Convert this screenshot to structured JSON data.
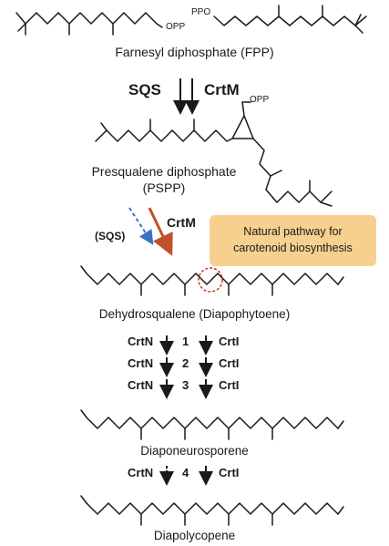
{
  "fpp": {
    "label": "Farnesyl diphosphate (FPP)",
    "opp_left": "OPP",
    "opp_right": "PPO"
  },
  "step1": {
    "enzyme_left": "SQS",
    "enzyme_right": "CrtM"
  },
  "pspp": {
    "label_line1": "Presqualene diphosphate",
    "label_line2": "(PSPP)",
    "opp": "OPP"
  },
  "step2": {
    "enzyme_sqs": "(SQS)",
    "enzyme_crtm": "CrtM",
    "callout": [
      "Natural pathway for",
      "carotenoid biosynthesis"
    ],
    "arrow_color_crtm": "#c0502a",
    "arrow_color_sqs": "#3a6fc4",
    "callout_color": "#f7d08f"
  },
  "dehydrosqualene": {
    "label": "Dehydrosqualene (Diapophytoene)",
    "highlight_color": "#c0392b"
  },
  "desat_steps": [
    {
      "left": "CrtN",
      "num": "1",
      "right": "CrtI"
    },
    {
      "left": "CrtN",
      "num": "2",
      "right": "CrtI"
    },
    {
      "left": "CrtN",
      "num": "3",
      "right": "CrtI"
    }
  ],
  "diaponeurosporene": {
    "label": "Diaponeurosporene"
  },
  "step4": {
    "left": "CrtN",
    "num": "4",
    "right": "CrtI"
  },
  "diapolycopene": {
    "label": "Diapolycopene"
  }
}
